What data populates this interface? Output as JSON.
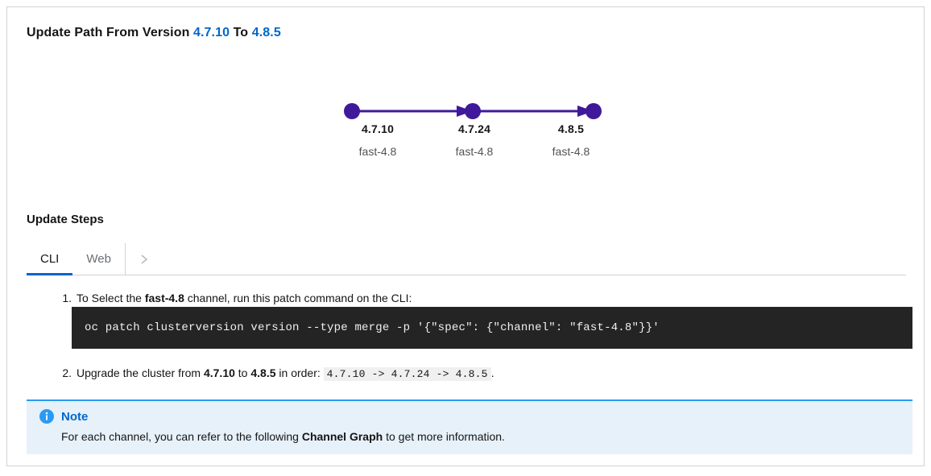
{
  "card": {
    "title": {
      "prefix": "Update Path From Version ",
      "from_version": "4.7.10",
      "middle": " To ",
      "to_version": "4.8.5"
    },
    "accent_color": "#0066cc",
    "node_color": "#40199a"
  },
  "graph": {
    "nodes": [
      {
        "version": "4.7.10",
        "channel": "fast-4.8"
      },
      {
        "version": "4.7.24",
        "channel": "fast-4.8"
      },
      {
        "version": "4.8.5",
        "channel": "fast-4.8"
      }
    ]
  },
  "steps_section": {
    "heading": "Update Steps",
    "tabs": [
      {
        "label": "CLI",
        "active": true
      },
      {
        "label": "Web",
        "active": false
      }
    ],
    "scroll_icon": "›",
    "steps": [
      {
        "number": "1.",
        "text_before": "To Select the ",
        "bold": "fast-4.8",
        "text_after": " channel, run this patch command on the CLI:",
        "code": "oc patch clusterversion version --type merge -p '{\"spec\": {\"channel\": \"fast-4.8\"}}'"
      },
      {
        "number": "2.",
        "text_before": "Upgrade the cluster from ",
        "bold_from": "4.7.10",
        "text_mid": " to ",
        "bold_to": "4.8.5",
        "text_after": " in order: ",
        "inline_code": "4.7.10 -> 4.7.24 -> 4.8.5",
        "text_end": "."
      }
    ]
  },
  "note": {
    "title": "Note",
    "body_before": "For each channel, you can refer to the following ",
    "body_bold": "Channel Graph",
    "body_after": " to get more information.",
    "background": "#e7f1fa",
    "border_color": "#2b9af3"
  }
}
